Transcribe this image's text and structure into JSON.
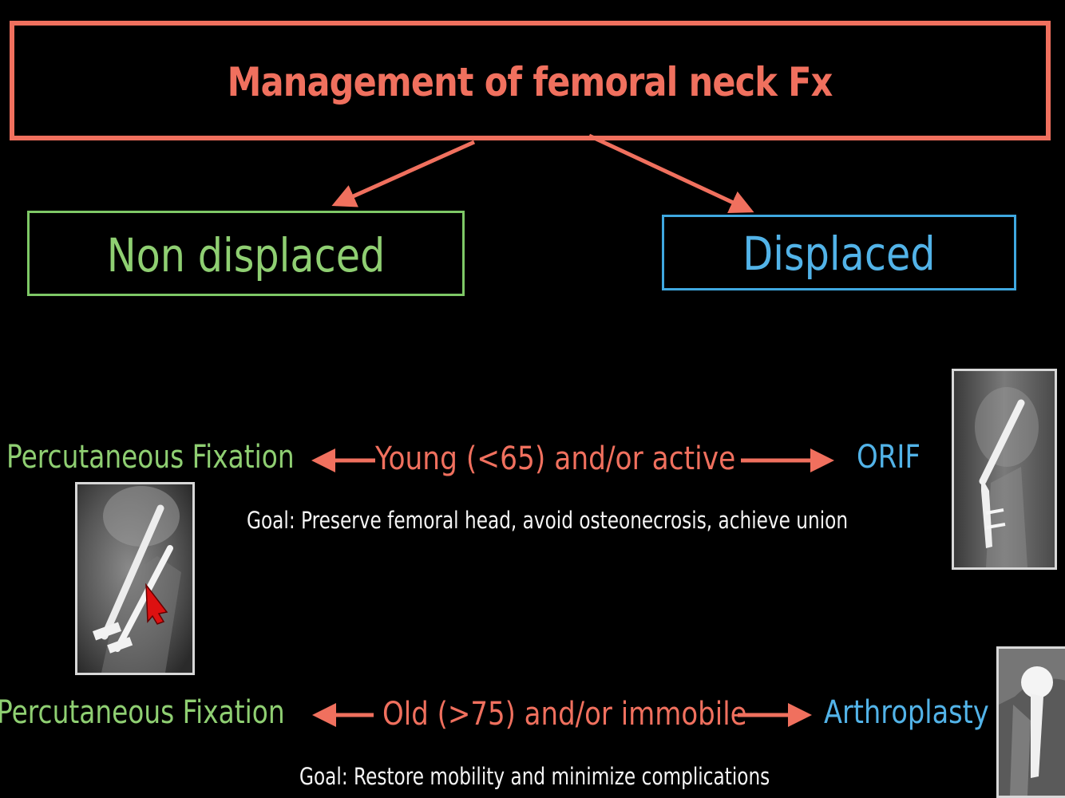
{
  "title": "Management of femoral neck Fx",
  "categories": {
    "non_displaced": "Non displaced",
    "displaced": "Displaced"
  },
  "rows": [
    {
      "left": "Percutaneous Fixation",
      "middle": "Young (<65) and/or active",
      "right": "ORIF",
      "goal": "Goal: Preserve femoral head, avoid osteonecrosis, achieve union"
    },
    {
      "left": "Percutaneous Fixation",
      "middle": "Old (>75) and/or immobile",
      "right": "Arthroplasty",
      "goal": "Goal: Restore mobility and minimize complications"
    }
  ],
  "images": {
    "xray_pins": "x-ray of femoral neck with cannulated screws",
    "xray_orif": "x-ray of proximal femur with plate fixation",
    "xray_arthroplasty": "x-ray of hip arthroplasty prosthesis"
  },
  "colors": {
    "background": "#000000",
    "salmon": "#f0705e",
    "green": "#8fcf72",
    "blue": "#52b3e8",
    "white": "#f4f4f4"
  }
}
